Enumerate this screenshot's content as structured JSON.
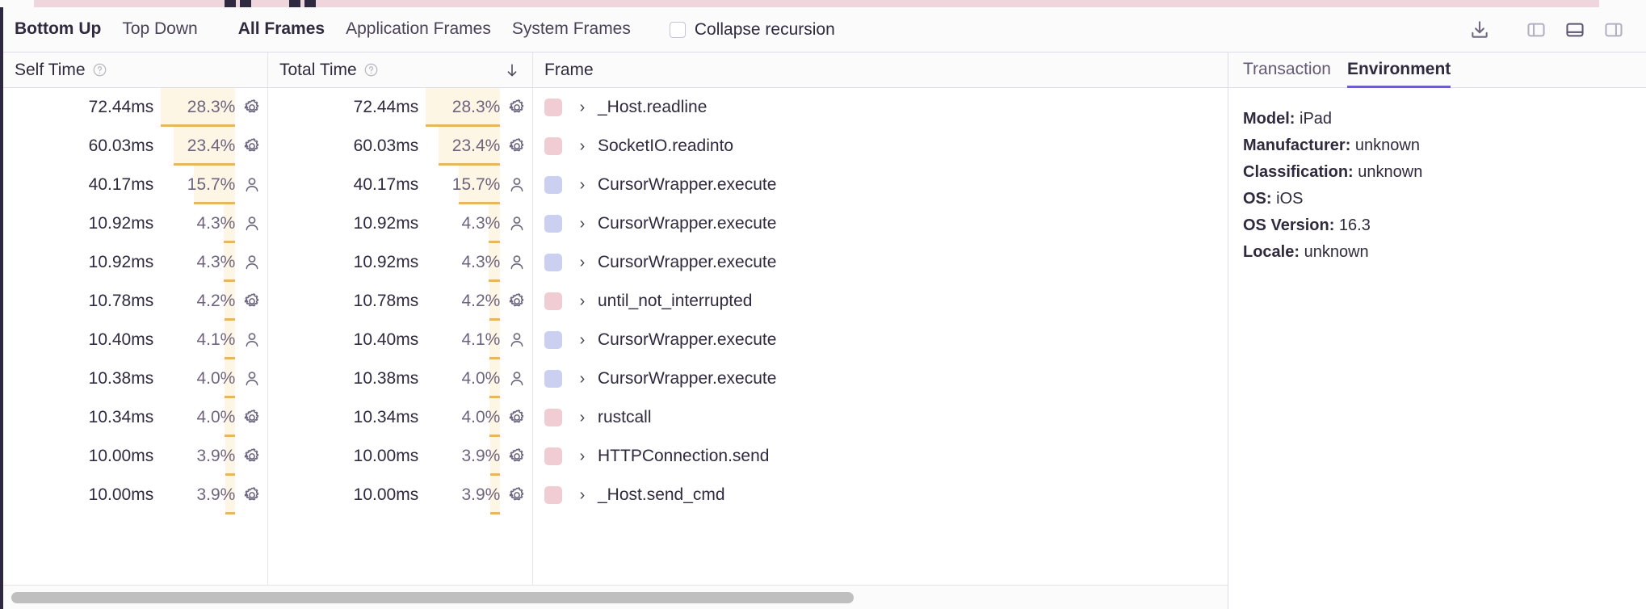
{
  "toolbar": {
    "tabs": [
      {
        "label": "Bottom Up",
        "active": true
      },
      {
        "label": "Top Down",
        "active": false
      }
    ],
    "frame_filters": [
      {
        "label": "All Frames",
        "active": true
      },
      {
        "label": "Application Frames",
        "active": false
      },
      {
        "label": "System Frames",
        "active": false
      }
    ],
    "collapse_recursion_label": "Collapse recursion",
    "collapse_recursion_checked": false,
    "icons": [
      {
        "name": "download-icon",
        "active": false
      },
      {
        "name": "panel-left-icon",
        "active": false
      },
      {
        "name": "panel-bottom-icon",
        "active": true
      },
      {
        "name": "panel-right-icon",
        "active": false
      }
    ]
  },
  "table": {
    "columns": [
      {
        "key": "self_time",
        "label": "Self Time",
        "has_help": true,
        "sorted": false
      },
      {
        "key": "total_time",
        "label": "Total Time",
        "has_help": true,
        "sorted": true,
        "sort_direction": "desc"
      },
      {
        "key": "frame",
        "label": "Frame",
        "has_help": false,
        "sorted": false
      }
    ],
    "sort_arrow_glyph": "↓",
    "rows": [
      {
        "self_time": "72.44ms",
        "self_pct": "28.3%",
        "self_pct_value": 28.3,
        "total_time": "72.44ms",
        "total_pct": "28.3%",
        "total_pct_value": 28.3,
        "kind": "system",
        "kind_icon": "gear-icon",
        "swatch_color": "#f0cdd2",
        "frame": "_Host.readline"
      },
      {
        "self_time": "60.03ms",
        "self_pct": "23.4%",
        "self_pct_value": 23.4,
        "total_time": "60.03ms",
        "total_pct": "23.4%",
        "total_pct_value": 23.4,
        "kind": "system",
        "kind_icon": "gear-icon",
        "swatch_color": "#f0cdd2",
        "frame": "SocketIO.readinto"
      },
      {
        "self_time": "40.17ms",
        "self_pct": "15.7%",
        "self_pct_value": 15.7,
        "total_time": "40.17ms",
        "total_pct": "15.7%",
        "total_pct_value": 15.7,
        "kind": "application",
        "kind_icon": "person-icon",
        "swatch_color": "#ccd0f0",
        "frame": "CursorWrapper.execute"
      },
      {
        "self_time": "10.92ms",
        "self_pct": "4.3%",
        "self_pct_value": 4.3,
        "total_time": "10.92ms",
        "total_pct": "4.3%",
        "total_pct_value": 4.3,
        "kind": "application",
        "kind_icon": "person-icon",
        "swatch_color": "#ccd0f0",
        "frame": "CursorWrapper.execute"
      },
      {
        "self_time": "10.92ms",
        "self_pct": "4.3%",
        "self_pct_value": 4.3,
        "total_time": "10.92ms",
        "total_pct": "4.3%",
        "total_pct_value": 4.3,
        "kind": "application",
        "kind_icon": "person-icon",
        "swatch_color": "#ccd0f0",
        "frame": "CursorWrapper.execute"
      },
      {
        "self_time": "10.78ms",
        "self_pct": "4.2%",
        "self_pct_value": 4.2,
        "total_time": "10.78ms",
        "total_pct": "4.2%",
        "total_pct_value": 4.2,
        "kind": "system",
        "kind_icon": "gear-icon",
        "swatch_color": "#f0cdd2",
        "frame": "until_not_interrupted"
      },
      {
        "self_time": "10.40ms",
        "self_pct": "4.1%",
        "self_pct_value": 4.1,
        "total_time": "10.40ms",
        "total_pct": "4.1%",
        "total_pct_value": 4.1,
        "kind": "application",
        "kind_icon": "person-icon",
        "swatch_color": "#ccd0f0",
        "frame": "CursorWrapper.execute"
      },
      {
        "self_time": "10.38ms",
        "self_pct": "4.0%",
        "self_pct_value": 4.0,
        "total_time": "10.38ms",
        "total_pct": "4.0%",
        "total_pct_value": 4.0,
        "kind": "application",
        "kind_icon": "person-icon",
        "swatch_color": "#ccd0f0",
        "frame": "CursorWrapper.execute"
      },
      {
        "self_time": "10.34ms",
        "self_pct": "4.0%",
        "self_pct_value": 4.0,
        "total_time": "10.34ms",
        "total_pct": "4.0%",
        "total_pct_value": 4.0,
        "kind": "system",
        "kind_icon": "gear-icon",
        "swatch_color": "#f0cdd2",
        "frame": "rustcall"
      },
      {
        "self_time": "10.00ms",
        "self_pct": "3.9%",
        "self_pct_value": 3.9,
        "total_time": "10.00ms",
        "total_pct": "3.9%",
        "total_pct_value": 3.9,
        "kind": "system",
        "kind_icon": "gear-icon",
        "swatch_color": "#f0cdd2",
        "frame": "HTTPConnection.send"
      },
      {
        "self_time": "10.00ms",
        "self_pct": "3.9%",
        "self_pct_value": 3.9,
        "total_time": "10.00ms",
        "total_pct": "3.9%",
        "total_pct_value": 3.9,
        "kind": "system",
        "kind_icon": "gear-icon",
        "swatch_color": "#f0cdd2",
        "frame": "_Host.send_cmd"
      }
    ],
    "expand_chevron_glyph": "›"
  },
  "detail_panel": {
    "tabs": [
      {
        "label": "Transaction",
        "active": false
      },
      {
        "label": "Environment",
        "active": true
      }
    ],
    "environment": [
      {
        "key": "Model:",
        "value": "iPad"
      },
      {
        "key": "Manufacturer:",
        "value": "unknown"
      },
      {
        "key": "Classification:",
        "value": "unknown"
      },
      {
        "key": "OS:",
        "value": "iOS"
      },
      {
        "key": "OS Version:",
        "value": "16.3"
      },
      {
        "key": "Locale:",
        "value": "unknown"
      }
    ]
  },
  "colors": {
    "accent_purple": "#6c5fc7",
    "highlight_cream": "#fdf6e4",
    "highlight_bar": "#e7b75f",
    "system_swatch": "#f0cdd2",
    "application_swatch": "#ccd0f0",
    "text_primary": "#2f2a3d",
    "text_muted": "#6f647f"
  },
  "scrollbar": {
    "thumb_fraction": 0.695
  }
}
